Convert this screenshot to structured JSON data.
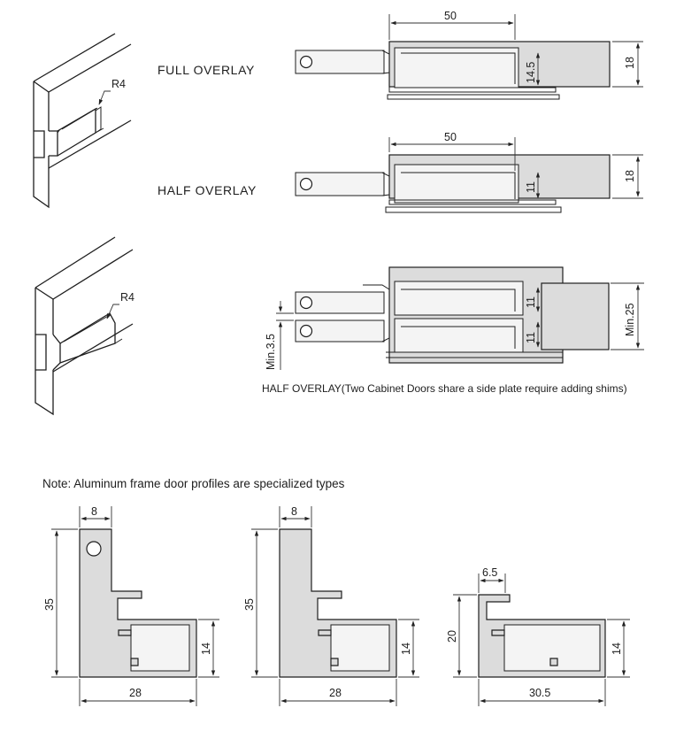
{
  "labels": {
    "full_overlay": "FULL OVERLAY",
    "half_overlay": "HALF OVERLAY",
    "two_doors_caption": "HALF OVERLAY(Two Cabinet Doors share a side plate require adding shims)",
    "note": "Note: Aluminum frame door profiles are specialized types"
  },
  "corner_radius": {
    "top": "R4",
    "bottom": "R4"
  },
  "full_overlay_dims": {
    "width": "50",
    "inner": "14.5",
    "height": "18"
  },
  "half_overlay_dims": {
    "width": "50",
    "inner": "11",
    "height": "18"
  },
  "shared_dims": {
    "gap": "Min.3.5",
    "inner_top": "11",
    "inner_bottom": "11",
    "height": "Min.25"
  },
  "profiles": [
    {
      "top": "8",
      "left": "35",
      "right": "14",
      "bottom": "28"
    },
    {
      "top": "8",
      "left": "35",
      "right": "14",
      "bottom": "28"
    },
    {
      "top": "6.5",
      "left": "20",
      "right": "14",
      "bottom": "30.5"
    }
  ]
}
